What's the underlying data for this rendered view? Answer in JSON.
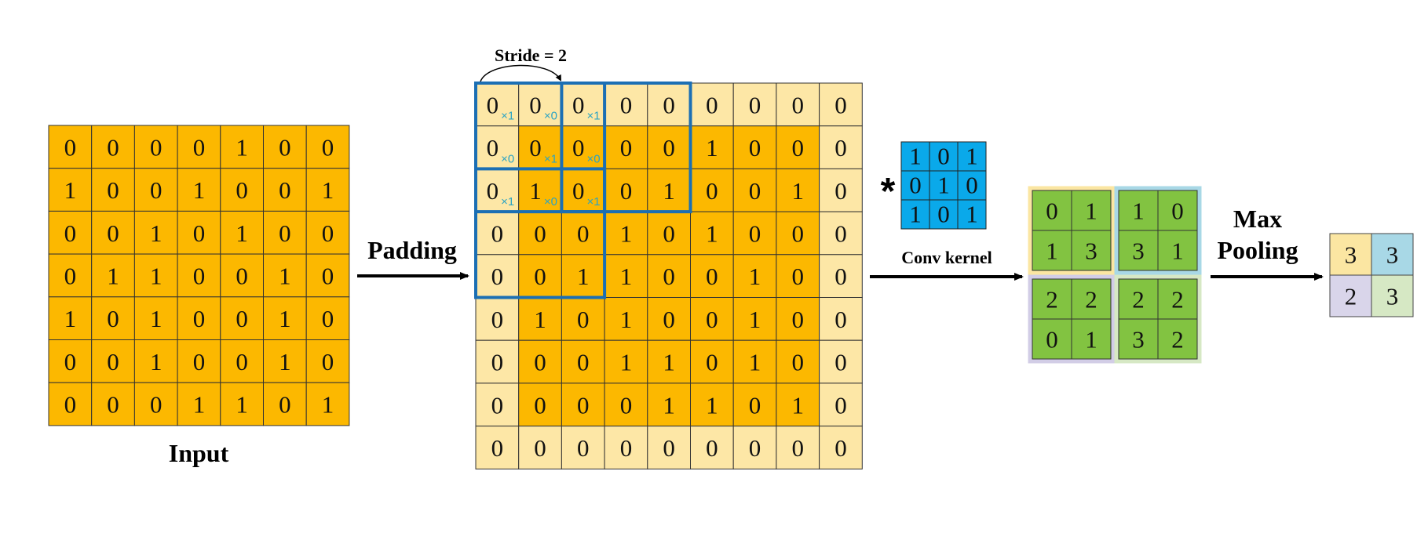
{
  "labels": {
    "input": "Input",
    "padding": "Padding",
    "stride": "Stride = 2",
    "conv_kernel": "Conv kernel",
    "max": "Max",
    "pooling": "Pooling",
    "convolution_symbol": "*"
  },
  "input_matrix": [
    [
      0,
      0,
      0,
      0,
      1,
      0,
      0
    ],
    [
      1,
      0,
      0,
      1,
      0,
      0,
      1
    ],
    [
      0,
      0,
      1,
      0,
      1,
      0,
      0
    ],
    [
      0,
      1,
      1,
      0,
      0,
      1,
      0
    ],
    [
      1,
      0,
      1,
      0,
      0,
      1,
      0
    ],
    [
      0,
      0,
      1,
      0,
      0,
      1,
      0
    ],
    [
      0,
      0,
      0,
      1,
      1,
      0,
      1
    ]
  ],
  "padded_matrix": [
    [
      0,
      0,
      0,
      0,
      0,
      0,
      0,
      0,
      0
    ],
    [
      0,
      0,
      0,
      0,
      0,
      1,
      0,
      0,
      0
    ],
    [
      0,
      1,
      0,
      0,
      1,
      0,
      0,
      1,
      0
    ],
    [
      0,
      0,
      0,
      1,
      0,
      1,
      0,
      0,
      0
    ],
    [
      0,
      0,
      1,
      1,
      0,
      0,
      1,
      0,
      0
    ],
    [
      0,
      1,
      0,
      1,
      0,
      0,
      1,
      0,
      0
    ],
    [
      0,
      0,
      0,
      1,
      1,
      0,
      1,
      0,
      0
    ],
    [
      0,
      0,
      0,
      0,
      1,
      1,
      0,
      1,
      0
    ],
    [
      0,
      0,
      0,
      0,
      0,
      0,
      0,
      0,
      0
    ]
  ],
  "multipliers": [
    [
      "×1",
      "×0",
      "×1"
    ],
    [
      "×0",
      "×1",
      "×0"
    ],
    [
      "×1",
      "×0",
      "×1"
    ]
  ],
  "kernel": [
    [
      1,
      0,
      1
    ],
    [
      0,
      1,
      0
    ],
    [
      1,
      0,
      1
    ]
  ],
  "feature_map_quadrants": [
    {
      "values": [
        [
          0,
          1
        ],
        [
          1,
          3
        ]
      ],
      "border_color": "#fbe6a2"
    },
    {
      "values": [
        [
          1,
          0
        ],
        [
          3,
          1
        ]
      ],
      "border_color": "#a8d8e6"
    },
    {
      "values": [
        [
          2,
          2
        ],
        [
          0,
          1
        ]
      ],
      "border_color": "#d2cde6"
    },
    {
      "values": [
        [
          2,
          2
        ],
        [
          3,
          2
        ]
      ],
      "border_color": "#d6e8c4"
    }
  ],
  "pooled": [
    {
      "value": 3,
      "color": "#fbe6a2"
    },
    {
      "value": 3,
      "color": "#a8d8e6"
    },
    {
      "value": 2,
      "color": "#d9d5ea"
    },
    {
      "value": 3,
      "color": "#d6e8c4"
    }
  ],
  "colors": {
    "input_fill": "#fcb800",
    "pad_fill": "#fde7a6",
    "highlight_border": "#1b6fb4",
    "kernel_fill": "#0aa9ea",
    "feature_fill": "#82c341",
    "mult_text": "#2aa3c4"
  }
}
